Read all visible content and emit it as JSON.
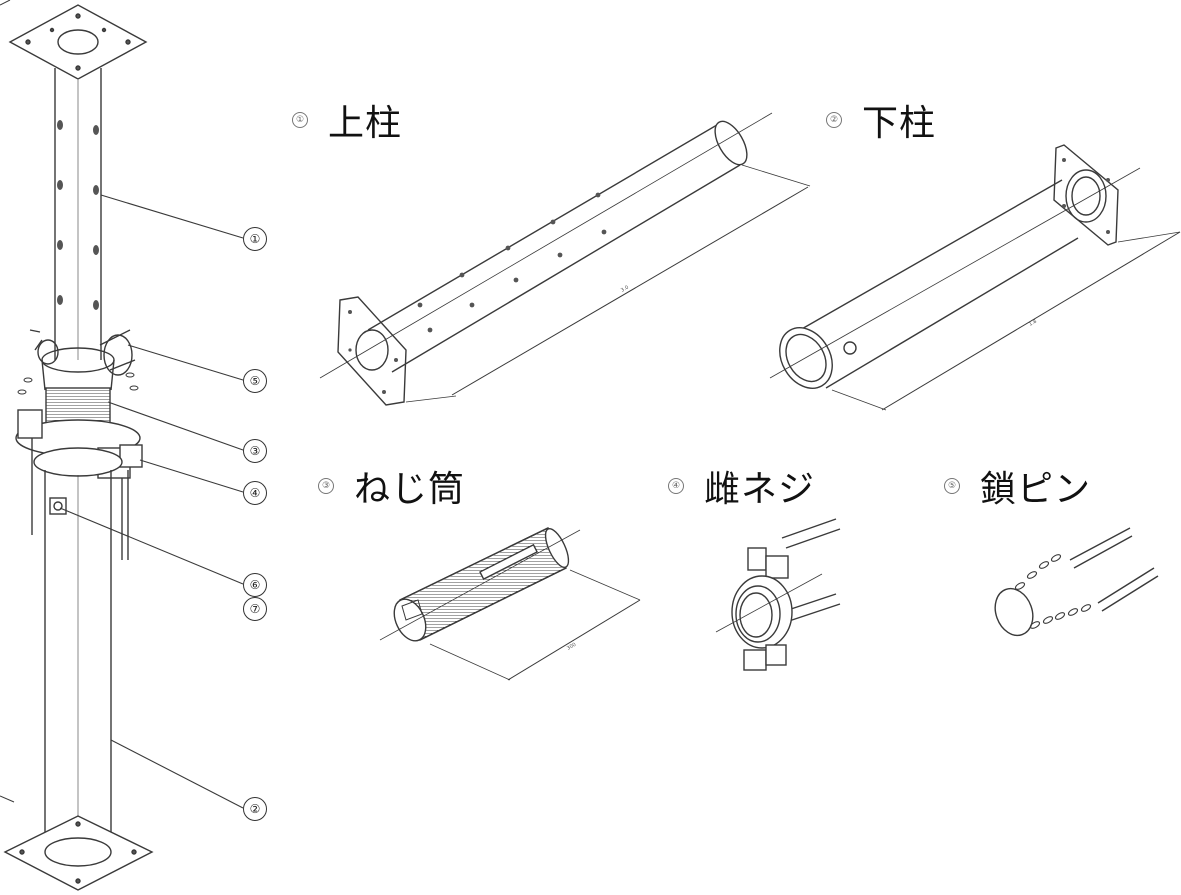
{
  "parts": [
    {
      "number": "①",
      "name": "上柱"
    },
    {
      "number": "②",
      "name": "下柱"
    },
    {
      "number": "③",
      "name": "ねじ筒"
    },
    {
      "number": "④",
      "name": "雌ネジ"
    },
    {
      "number": "⑤",
      "name": "鎖ピン"
    }
  ],
  "callouts": [
    "①",
    "⑤",
    "③",
    "④",
    "⑥",
    "⑦",
    "②"
  ],
  "colors": {
    "line": "#3a3a3a",
    "background": "#ffffff"
  }
}
